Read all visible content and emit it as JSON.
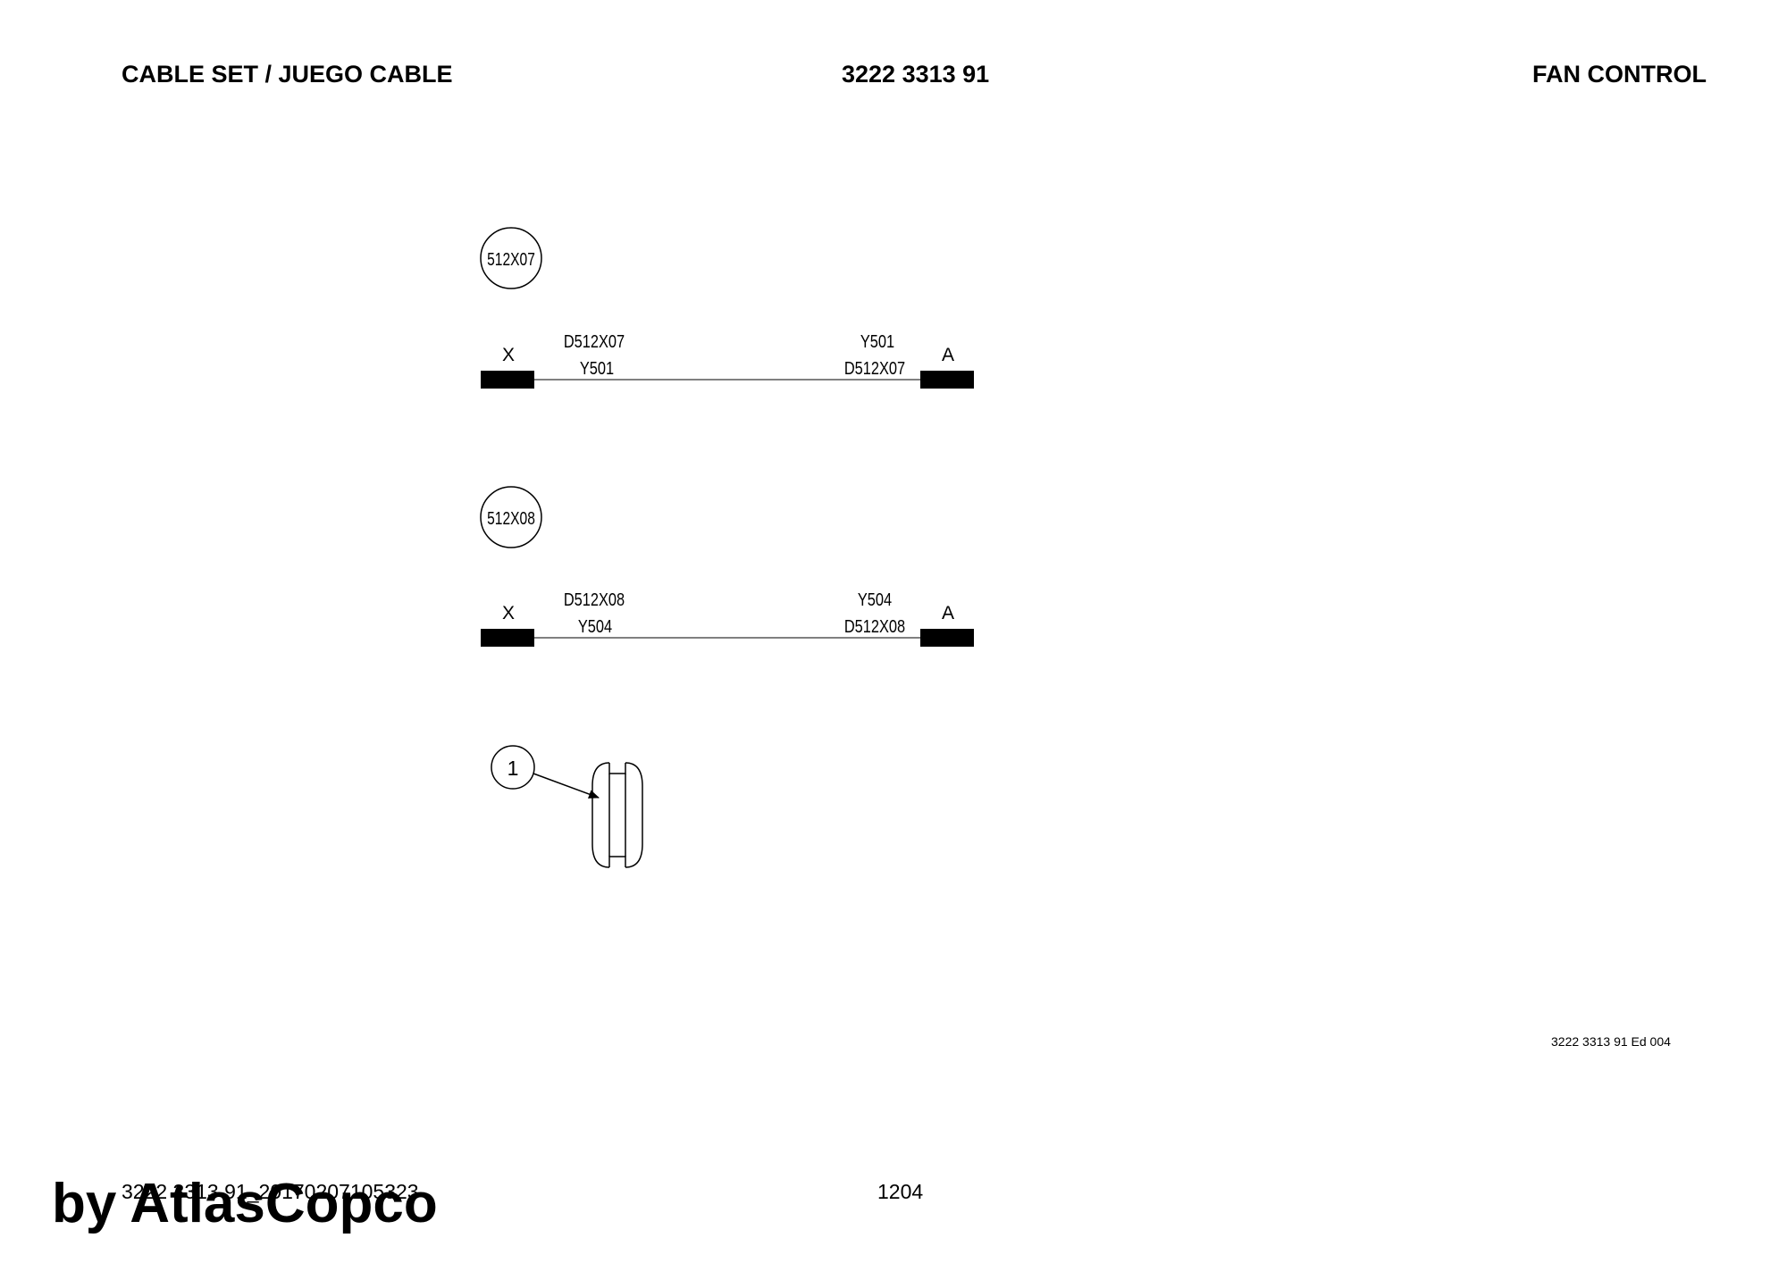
{
  "header": {
    "left_title": "CABLE SET / JUEGO CABLE",
    "center_code": "3222 3313 91",
    "right_title": "FAN CONTROL"
  },
  "cables": [
    {
      "id_label": "512X07",
      "left_end": "X",
      "right_end": "A",
      "left_top": "D512X07",
      "left_bottom": "Y501",
      "right_top": "Y501",
      "right_bottom": "D512X07"
    },
    {
      "id_label": "512X08",
      "left_end": "X",
      "right_end": "A",
      "left_top": "D512X08",
      "left_bottom": "Y504",
      "right_top": "Y504",
      "right_bottom": "D512X08"
    }
  ],
  "grommet": {
    "item_number": "1"
  },
  "edition": "3222 3313 91 Ed 004",
  "footer": {
    "doc_code": "3222 3313 91_20170207105323",
    "page_number": "1204"
  },
  "watermark": "by AtlasCopco"
}
